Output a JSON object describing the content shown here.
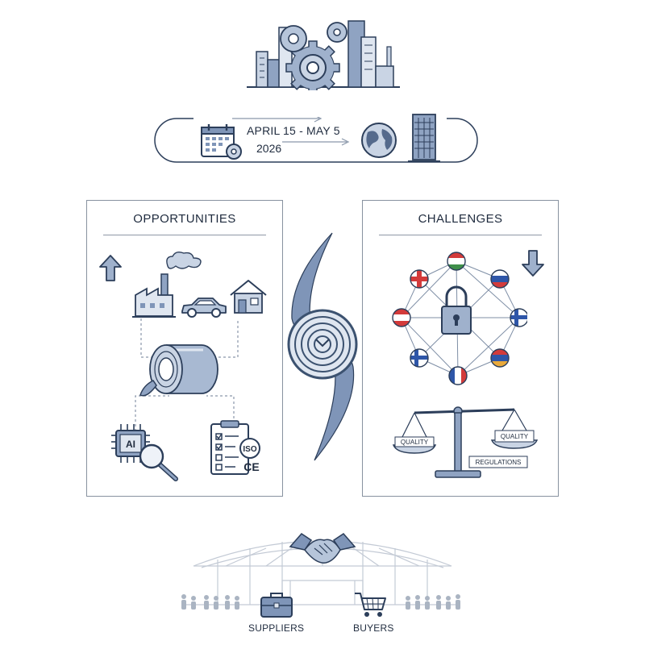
{
  "timeline": {
    "dates": "APRIL 15 - MAY 5",
    "year": "2026"
  },
  "opportunities": {
    "title": "OPPORTUNITIES",
    "chip_label": "AI",
    "cert_label": "ISO",
    "ce_label": "CE"
  },
  "challenges": {
    "title": "CHALLENGES",
    "scale_left_label": "QUALITY",
    "scale_right_label": "QUALITY",
    "regulations_label": "REGULATIONS"
  },
  "bottom": {
    "suppliers_label": "SUPPLIERS",
    "buyers_label": "BUYERS"
  },
  "colors": {
    "line": "#2c3e5a",
    "fill_blue": "#7f95b8",
    "fill_light": "#c9d4e4",
    "panel_border": "#8892a0"
  }
}
